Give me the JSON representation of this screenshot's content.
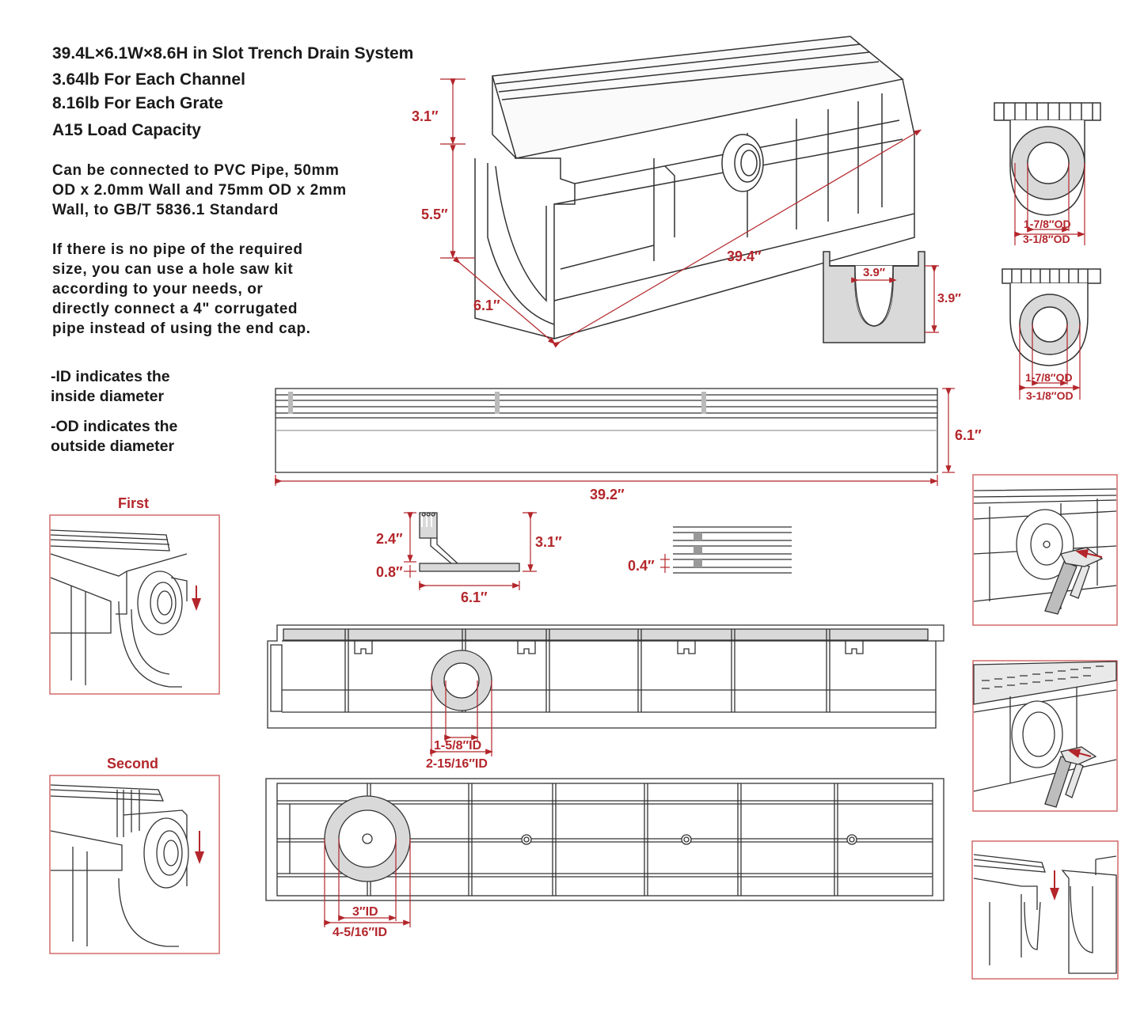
{
  "specs": {
    "dims_line": "39.4L×6.1W×8.6H in Slot Trench Drain System",
    "channel_weight": "3.64lb For Each Channel",
    "grate_weight": "8.16lb For Each Grate",
    "load": "A15 Load Capacity"
  },
  "connection_text": [
    "Can be connected to PVC Pipe, 50mm",
    "OD x 2.0mm Wall and 75mm OD x 2mm",
    "Wall, to GB/T 5836.1 Standard"
  ],
  "hole_saw_text": [
    "If there is no pipe of the required",
    "size, you can use a hole saw kit",
    "according to your needs, or",
    "directly connect a 4\" corrugated",
    "pipe instead of using the end cap."
  ],
  "notes": {
    "id_line1": "-ID indicates the",
    "id_line2": " inside diameter",
    "od_line1": "-OD indicates the",
    "od_line2": " outside diameter"
  },
  "steps": {
    "first": "First",
    "second": "Second"
  },
  "dimensions": {
    "grate_height": "3.1″",
    "channel_height": "5.5″",
    "channel_width": "6.1″",
    "channel_length": "39.4″",
    "section_inner_width": "3.9″",
    "section_height": "3.9″",
    "cap1_id": "1-7/8″OD",
    "cap1_od": "3-1/8″OD",
    "cap2_id": "1-7/8″OD",
    "cap2_od": "3-1/8″OD",
    "grate_top_width": "6.1″",
    "grate_top_length": "39.2″",
    "grate_side_upper": "2.4″",
    "grate_side_lower": "0.8″",
    "grate_side_total": "3.1″",
    "grate_side_width": "6.1″",
    "slot_gap": "0.4″",
    "side_hole_id": "1-5/8″ID",
    "side_hole_od": "2-15/16″ID",
    "bottom_hole_id": "3″ID",
    "bottom_hole_od": "4-5/16″ID"
  },
  "colors": {
    "accent": "#b3262b",
    "line": "#333333",
    "fill_gray": "#d9d9d9"
  }
}
